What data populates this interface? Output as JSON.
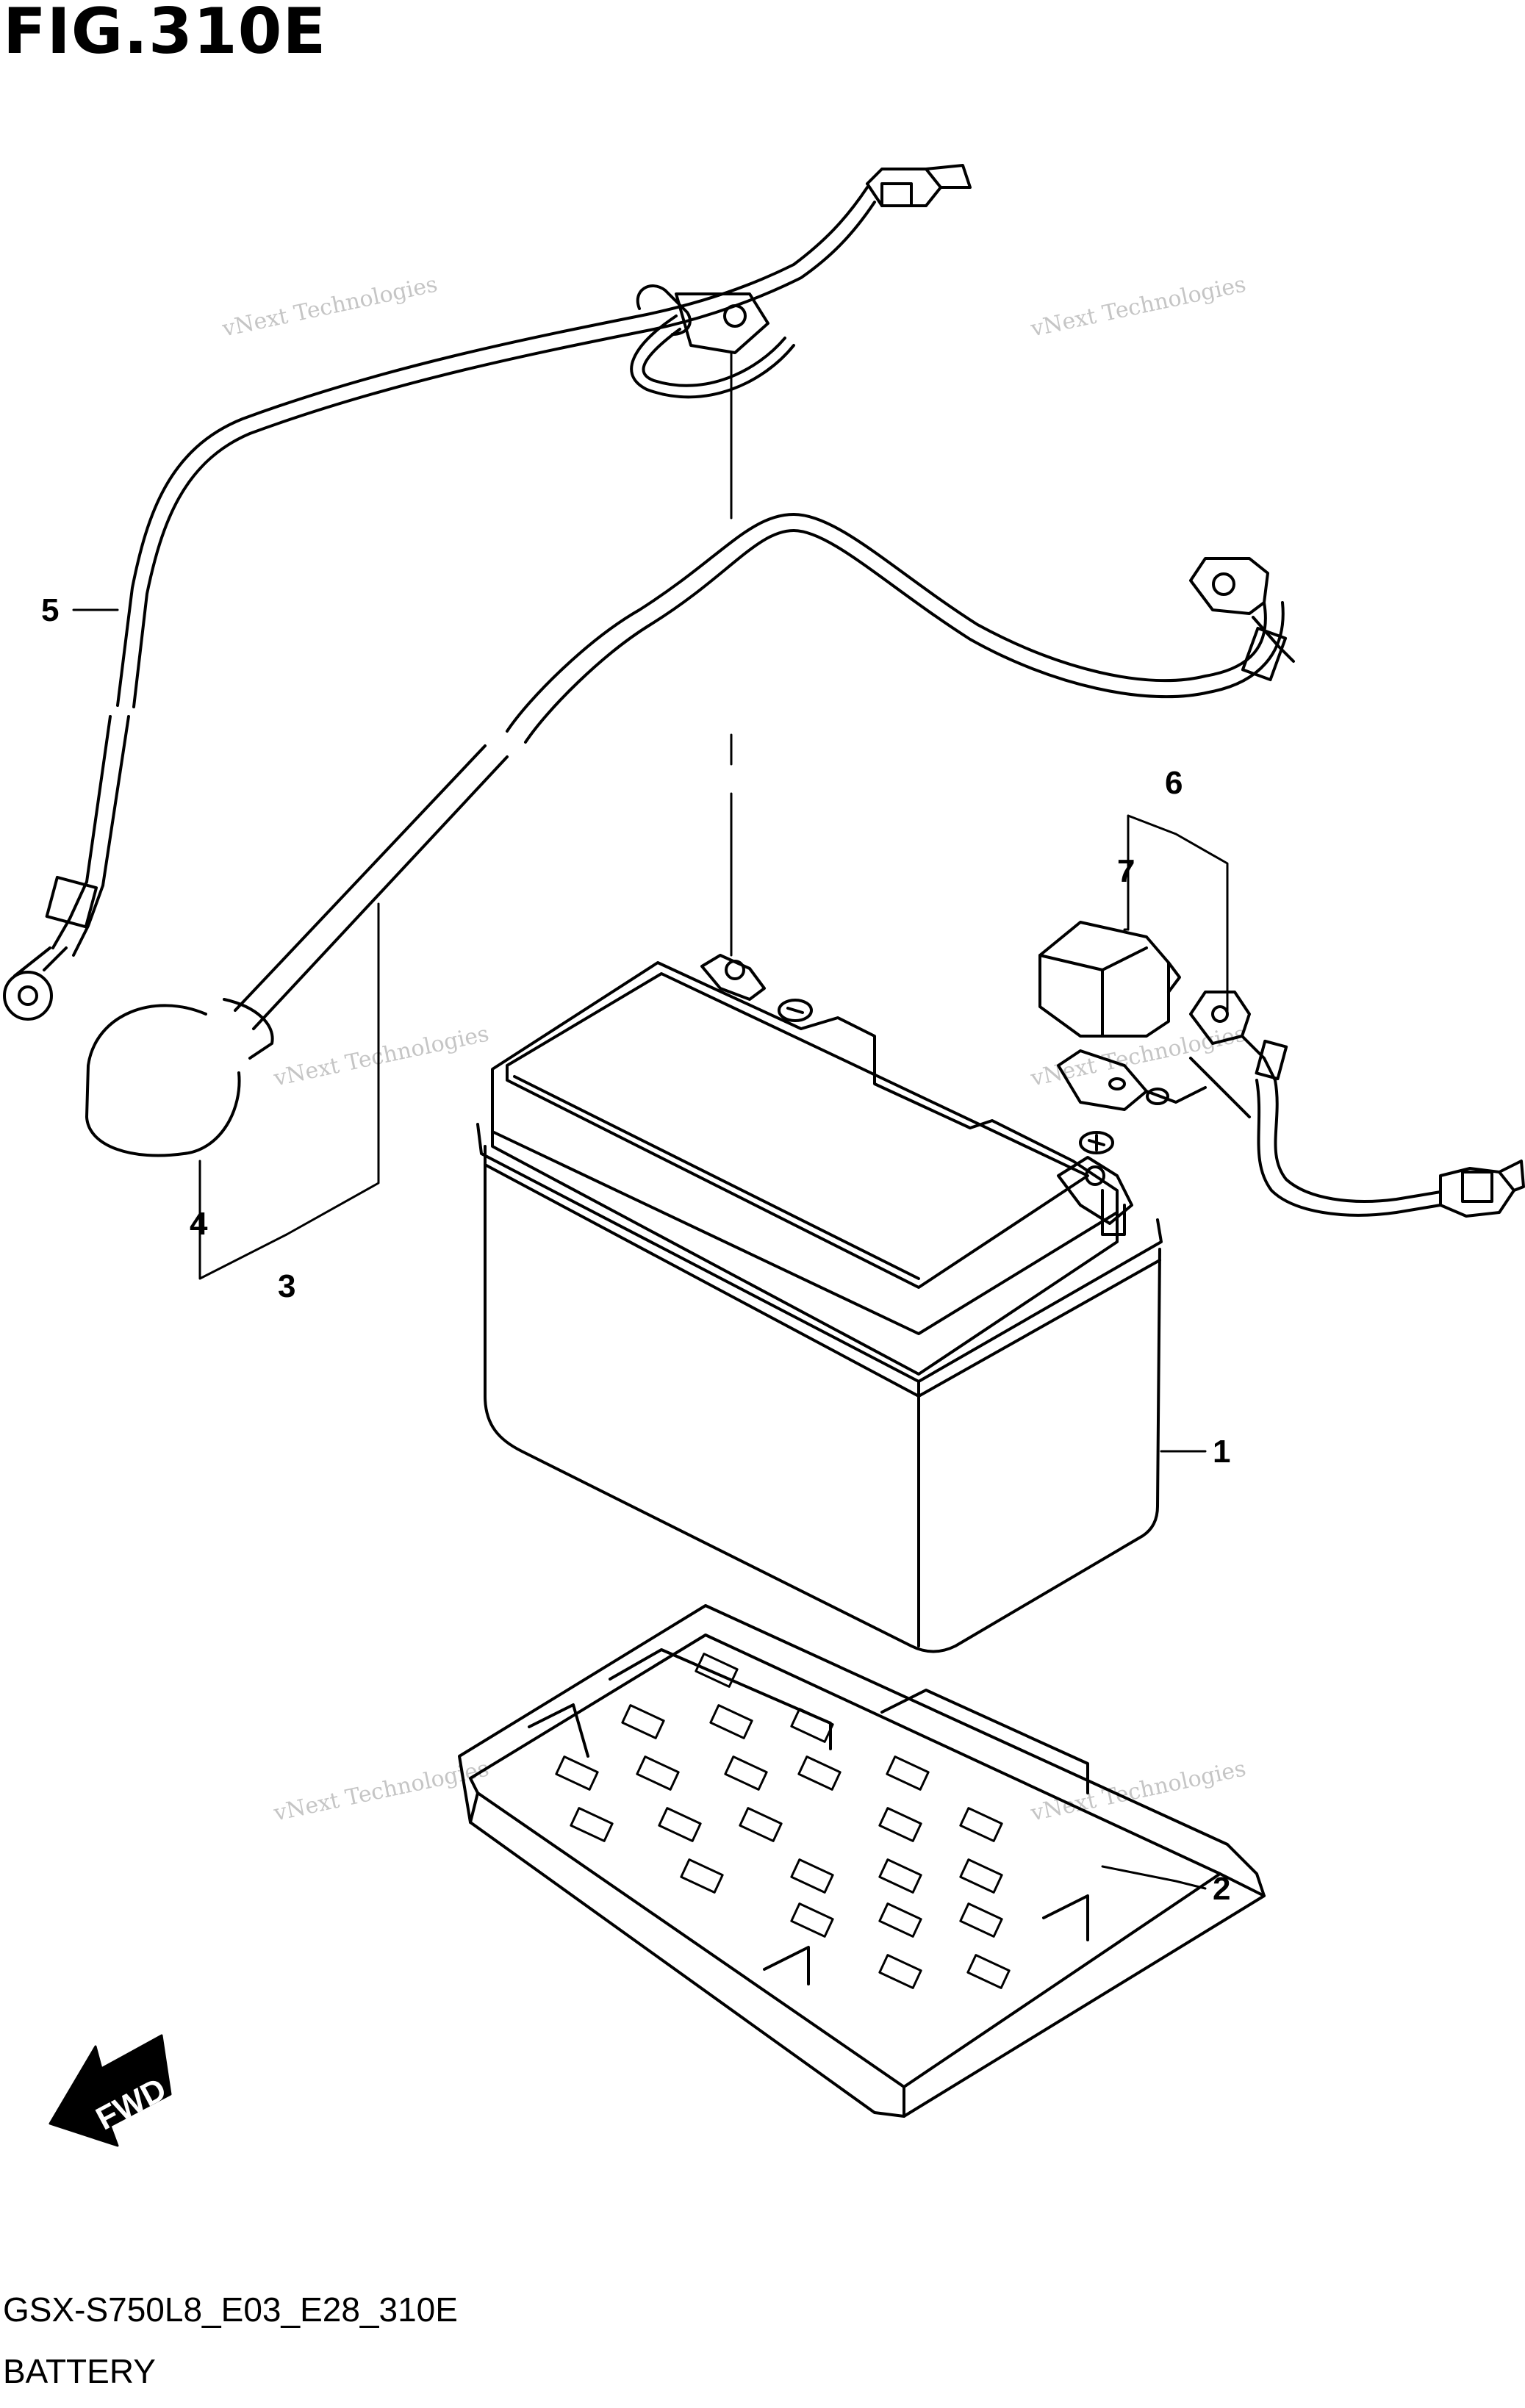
{
  "figure": {
    "title": "FIG.310E",
    "model_code": "GSX-S750L8_E03_E28_310E",
    "name": "BATTERY"
  },
  "callouts": [
    "1",
    "2",
    "3",
    "4",
    "5",
    "6",
    "7"
  ],
  "direction_label": "FWD",
  "watermark": {
    "line1": "vNext Technologies",
    "line2": "Technologies",
    "line3": "vNext"
  }
}
